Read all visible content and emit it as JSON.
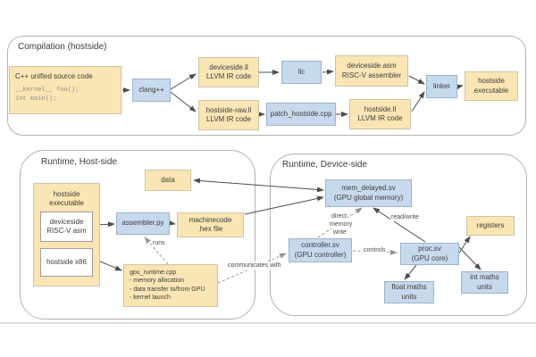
{
  "sections": {
    "compilation": {
      "title": "Compilation (hostside)"
    },
    "runtime_host": {
      "title": "Runtime, Host-side"
    },
    "runtime_device": {
      "title": "Runtime, Device-side"
    }
  },
  "nodes": {
    "cpp_source": {
      "title": "C++ unified source code",
      "code1": "__kernel__ foo();",
      "code2": "int main();"
    },
    "clangpp": {
      "label": "clang++"
    },
    "deviceside_ll": {
      "line1": "deviceside.ll",
      "line2": "LLVM IR code"
    },
    "llc": {
      "label": "llc"
    },
    "deviceside_asm": {
      "line1": "deviceside.asm",
      "line2": "RISC-V assembler"
    },
    "hostside_raw_ll": {
      "line1": "hostside-raw.ll",
      "line2": "LLVM IR code"
    },
    "patch_hostside": {
      "label": "patch_hostside.cpp"
    },
    "hostside_ll": {
      "line1": "hostside.ll",
      "line2": "LLVM IR code"
    },
    "linker": {
      "label": "linker"
    },
    "hostside_executable_out": {
      "line1": "hostside",
      "line2": "executable"
    },
    "data": {
      "label": "data"
    },
    "hostside_executable_runtime": {
      "line1": "hostside",
      "line2": "executable"
    },
    "deviceside_riscv_asm": {
      "line1": "deviceside",
      "line2": "RISC-V asm"
    },
    "hostside_x86": {
      "label": "hostside x86"
    },
    "assembler_py": {
      "label": "assembler.py"
    },
    "machinecode_hex": {
      "line1": "machinecode",
      "line2": ".hex file"
    },
    "gpu_runtime": {
      "title": "gpu_runtime.cpp",
      "bullet1": "- memory allocation",
      "bullet2": "- data transfer to/from GPU",
      "bullet3": "- kernel launch"
    },
    "mem_delayed": {
      "line1": "mem_delayed.sv",
      "line2": "(GPU global memory)"
    },
    "registers": {
      "label": "registers"
    },
    "controller": {
      "line1": "controller.sv",
      "line2": "(GPU controller)"
    },
    "proc": {
      "line1": "proc.sv",
      "line2": "(GPU core)"
    },
    "float_maths": {
      "line1": "float maths",
      "line2": "units"
    },
    "int_maths": {
      "line1": "int maths",
      "line2": "units"
    }
  },
  "edge_labels": {
    "runs": "runs",
    "communicates_with": "communicates with",
    "dmw1": "direct",
    "dmw2": "memory",
    "dmw3": "write",
    "read_write": "read/write",
    "controls": "controls"
  },
  "colors": {
    "yellow_fill": "#fae5b4",
    "blue_fill": "#c7d9ed",
    "container_border": "#b3b3b3",
    "arrow_solid": "#4d4d4d",
    "arrow_dashed": "#949494",
    "text": "#3d3d3d",
    "code_text": "#8f8f8f"
  }
}
